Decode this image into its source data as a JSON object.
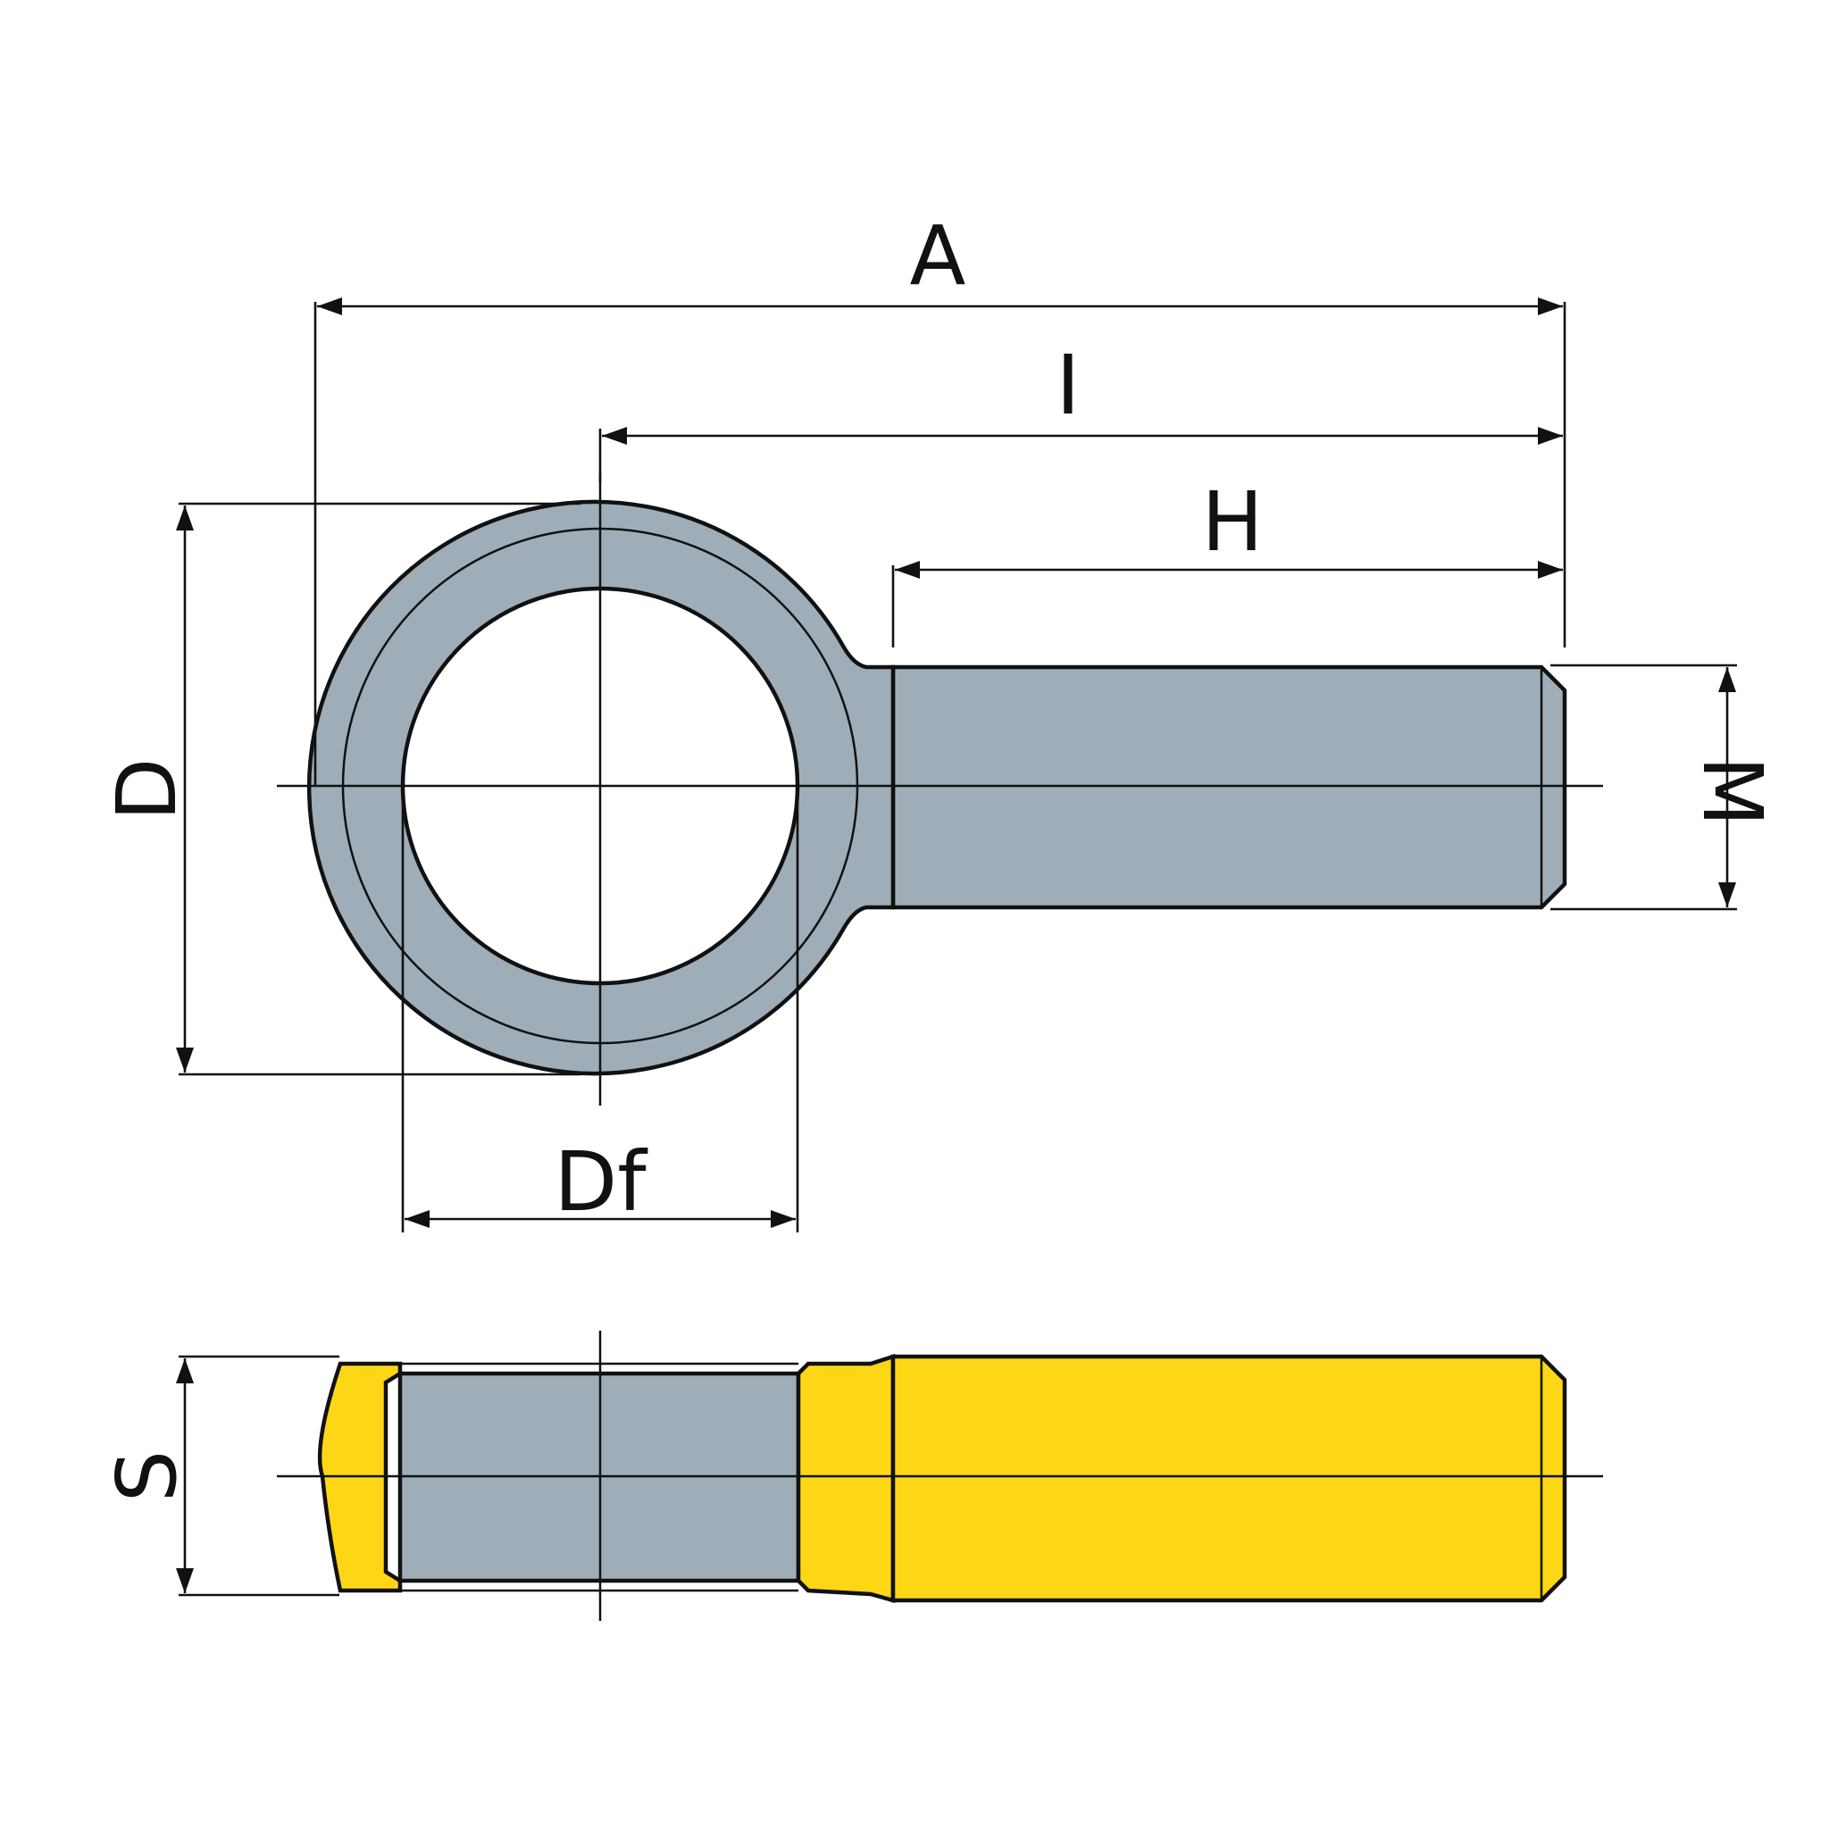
{
  "colors": {
    "background": "#ffffff",
    "steel": "#9eadb7",
    "yellow": "#fdd616",
    "line": "#111111"
  },
  "labels": {
    "A": "A",
    "I": "I",
    "H": "H",
    "D": "D",
    "M": "M",
    "Df": "Df",
    "S": "S"
  }
}
